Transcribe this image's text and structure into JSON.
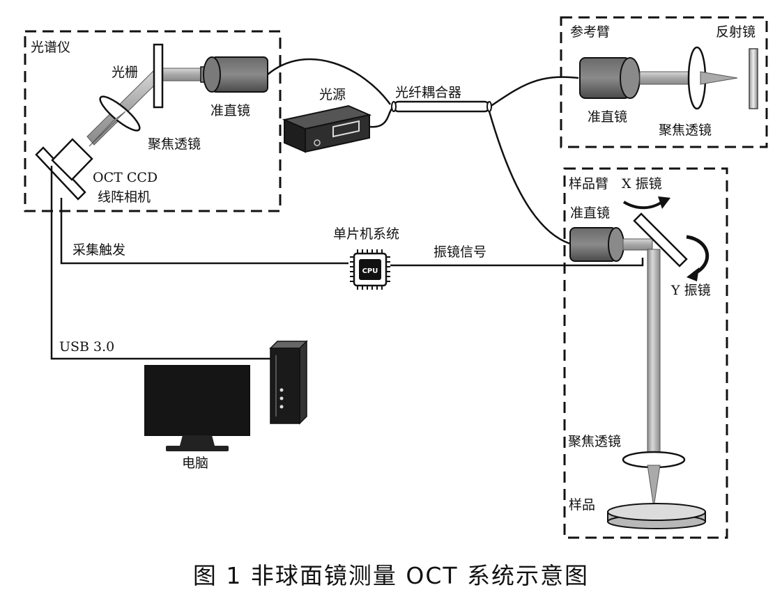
{
  "labels": {
    "spectrometer": "光谱仪",
    "grating": "光栅",
    "collimator_spec": "准直镜",
    "focus_lens_spec": "聚焦透镜",
    "camera_line1": "OCT  CCD",
    "camera_line2": "线阵相机",
    "light_source": "光源",
    "fiber_coupler": "光纤耦合器",
    "reference_arm": "参考臂",
    "mirror": "反射镜",
    "collimator_ref": "准直镜",
    "focus_lens_ref": "聚焦透镜",
    "sample_arm": "样品臂",
    "x_galvo": "X 振镜",
    "collimator_sample": "准直镜",
    "y_galvo": "Y 振镜",
    "focus_lens_sample": "聚焦透镜",
    "sample": "样品",
    "acq_trigger": "采集触发",
    "mcu_system": "单片机系统",
    "galvo_signal": "振镜信号",
    "cpu_chip": "CPU",
    "usb": "USB 3.0",
    "computer": "电脑"
  },
  "caption": "图 1   非球面镜测量 OCT 系统示意图",
  "colors": {
    "stroke": "#111111",
    "collimator_body": "#555555",
    "beam": "#9a9a9a",
    "lens_fill": "#ffffff",
    "monitor": "#1a1a1a",
    "sample_disk": "#cfcfcf"
  }
}
